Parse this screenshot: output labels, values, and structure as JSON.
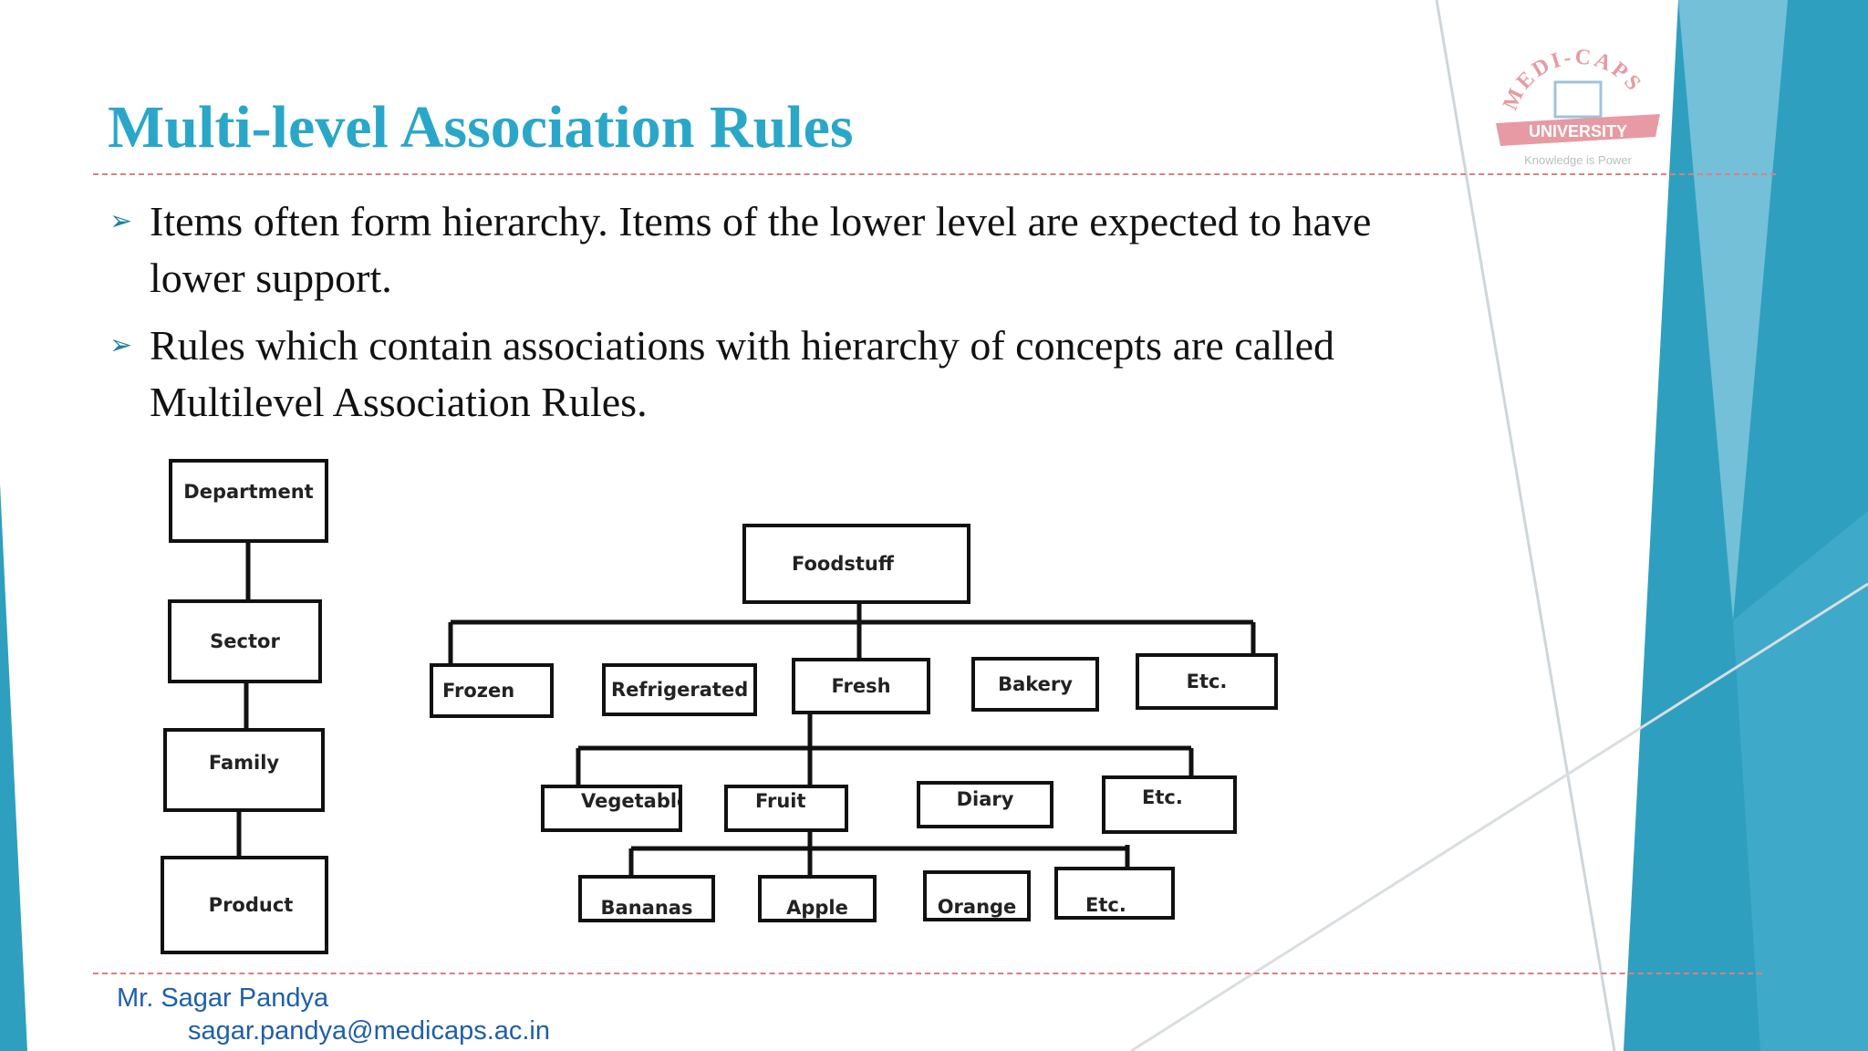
{
  "slide": {
    "title": "Multi-level Association Rules",
    "bullets": [
      "Items often form hierarchy. Items of the lower level are expected to have lower support.",
      "Rules which contain associations with hierarchy of concepts are called Multilevel Association Rules."
    ],
    "footer": {
      "name": "Mr. Sagar Pandya",
      "email": "sagar.pandya@medicaps.ac.in"
    },
    "logo": {
      "arc_text": "MEDI-CAPS",
      "banner_text": "UNIVERSITY",
      "tagline": "Knowledge is Power"
    },
    "colors": {
      "title": "#2aa7c8",
      "accent_teal": "#2f9fbf",
      "footer_text": "#1f5fa8",
      "dashed_rule": "#d98080"
    },
    "icons": [
      "arrow-bullet-icon",
      "university-logo"
    ]
  },
  "hierarchy_levels": {
    "department": "Department",
    "sector": "Sector",
    "family": "Family",
    "product": "Product"
  },
  "tree": {
    "root": "Foodstuff",
    "level1": {
      "frozen": "Frozen",
      "refrigerated": "Refrigerated",
      "fresh": "Fresh",
      "bakery": "Bakery",
      "etc": "Etc."
    },
    "level2": {
      "vegetable": "Vegetable",
      "fruit": "Fruit",
      "diary": "Diary",
      "etc": "Etc."
    },
    "level3": {
      "bananas": "Bananas",
      "apple": "Apple",
      "orange": "Orange",
      "etc": "Etc."
    }
  }
}
